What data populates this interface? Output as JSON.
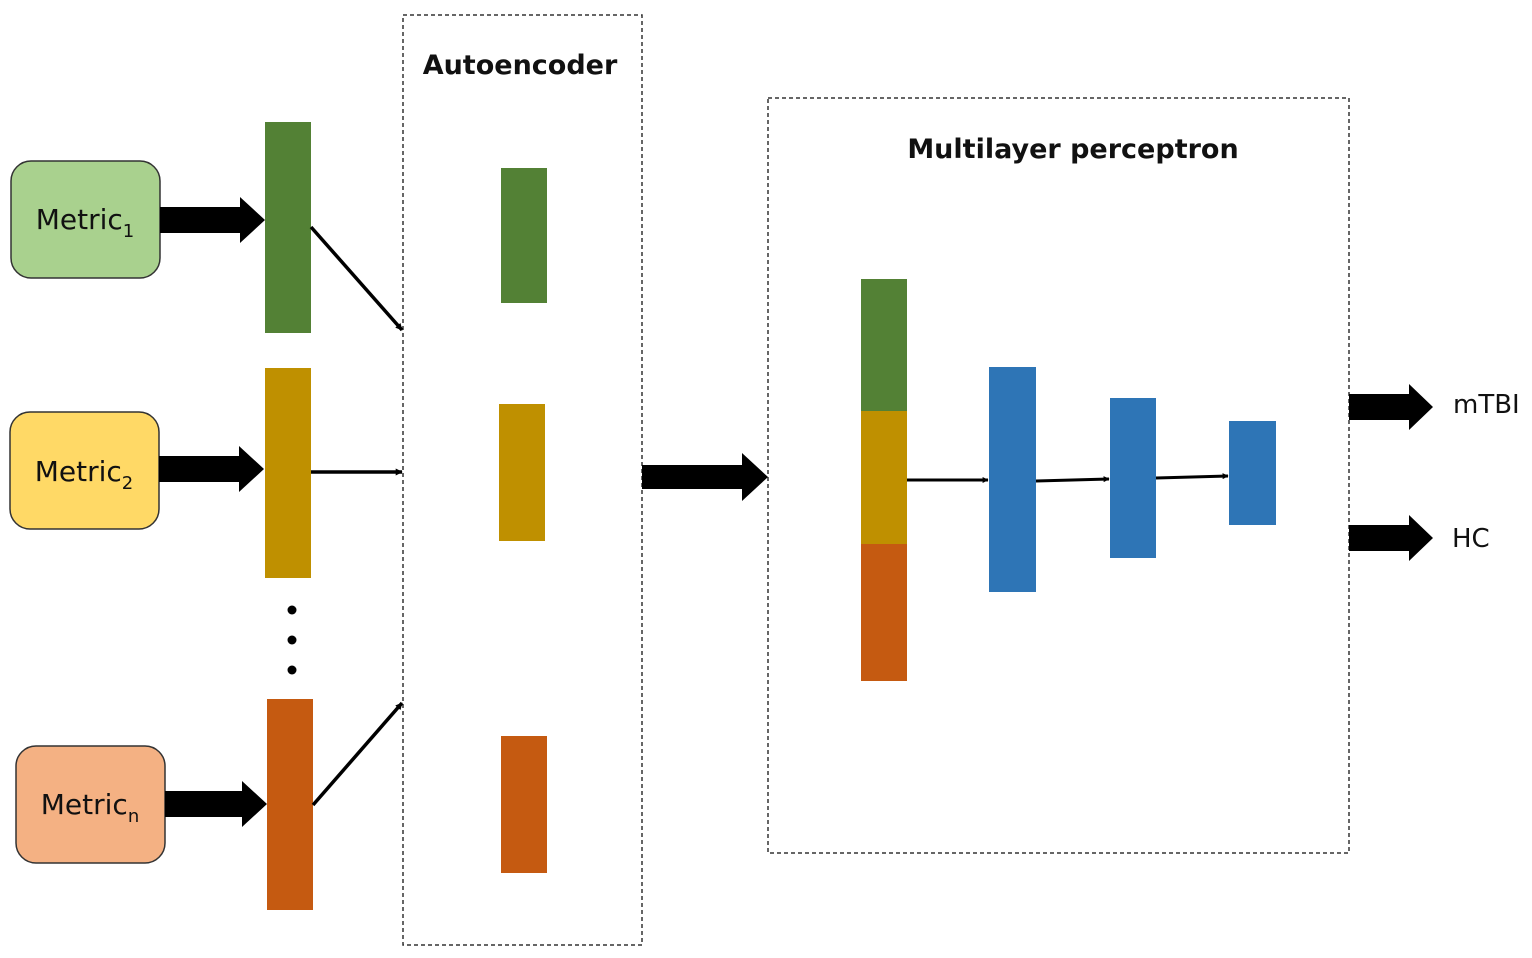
{
  "colors": {
    "green": "#538135",
    "gold": "#bf9000",
    "orange": "#c55a11",
    "blue": "#2e75b6",
    "metric1_fill": "#a9d18e",
    "metric2_fill": "#ffd966",
    "metricn_fill": "#f4b183"
  },
  "inputs": [
    {
      "base": "Metric",
      "sub": "1"
    },
    {
      "base": "Metric",
      "sub": "2"
    },
    {
      "base": "Metric",
      "sub": "n"
    }
  ],
  "autoencoder": {
    "title": "Autoencoder"
  },
  "mlp": {
    "title": "Multilayer perceptron"
  },
  "outputs": [
    {
      "label": "mTBI"
    },
    {
      "label": "HC"
    }
  ]
}
